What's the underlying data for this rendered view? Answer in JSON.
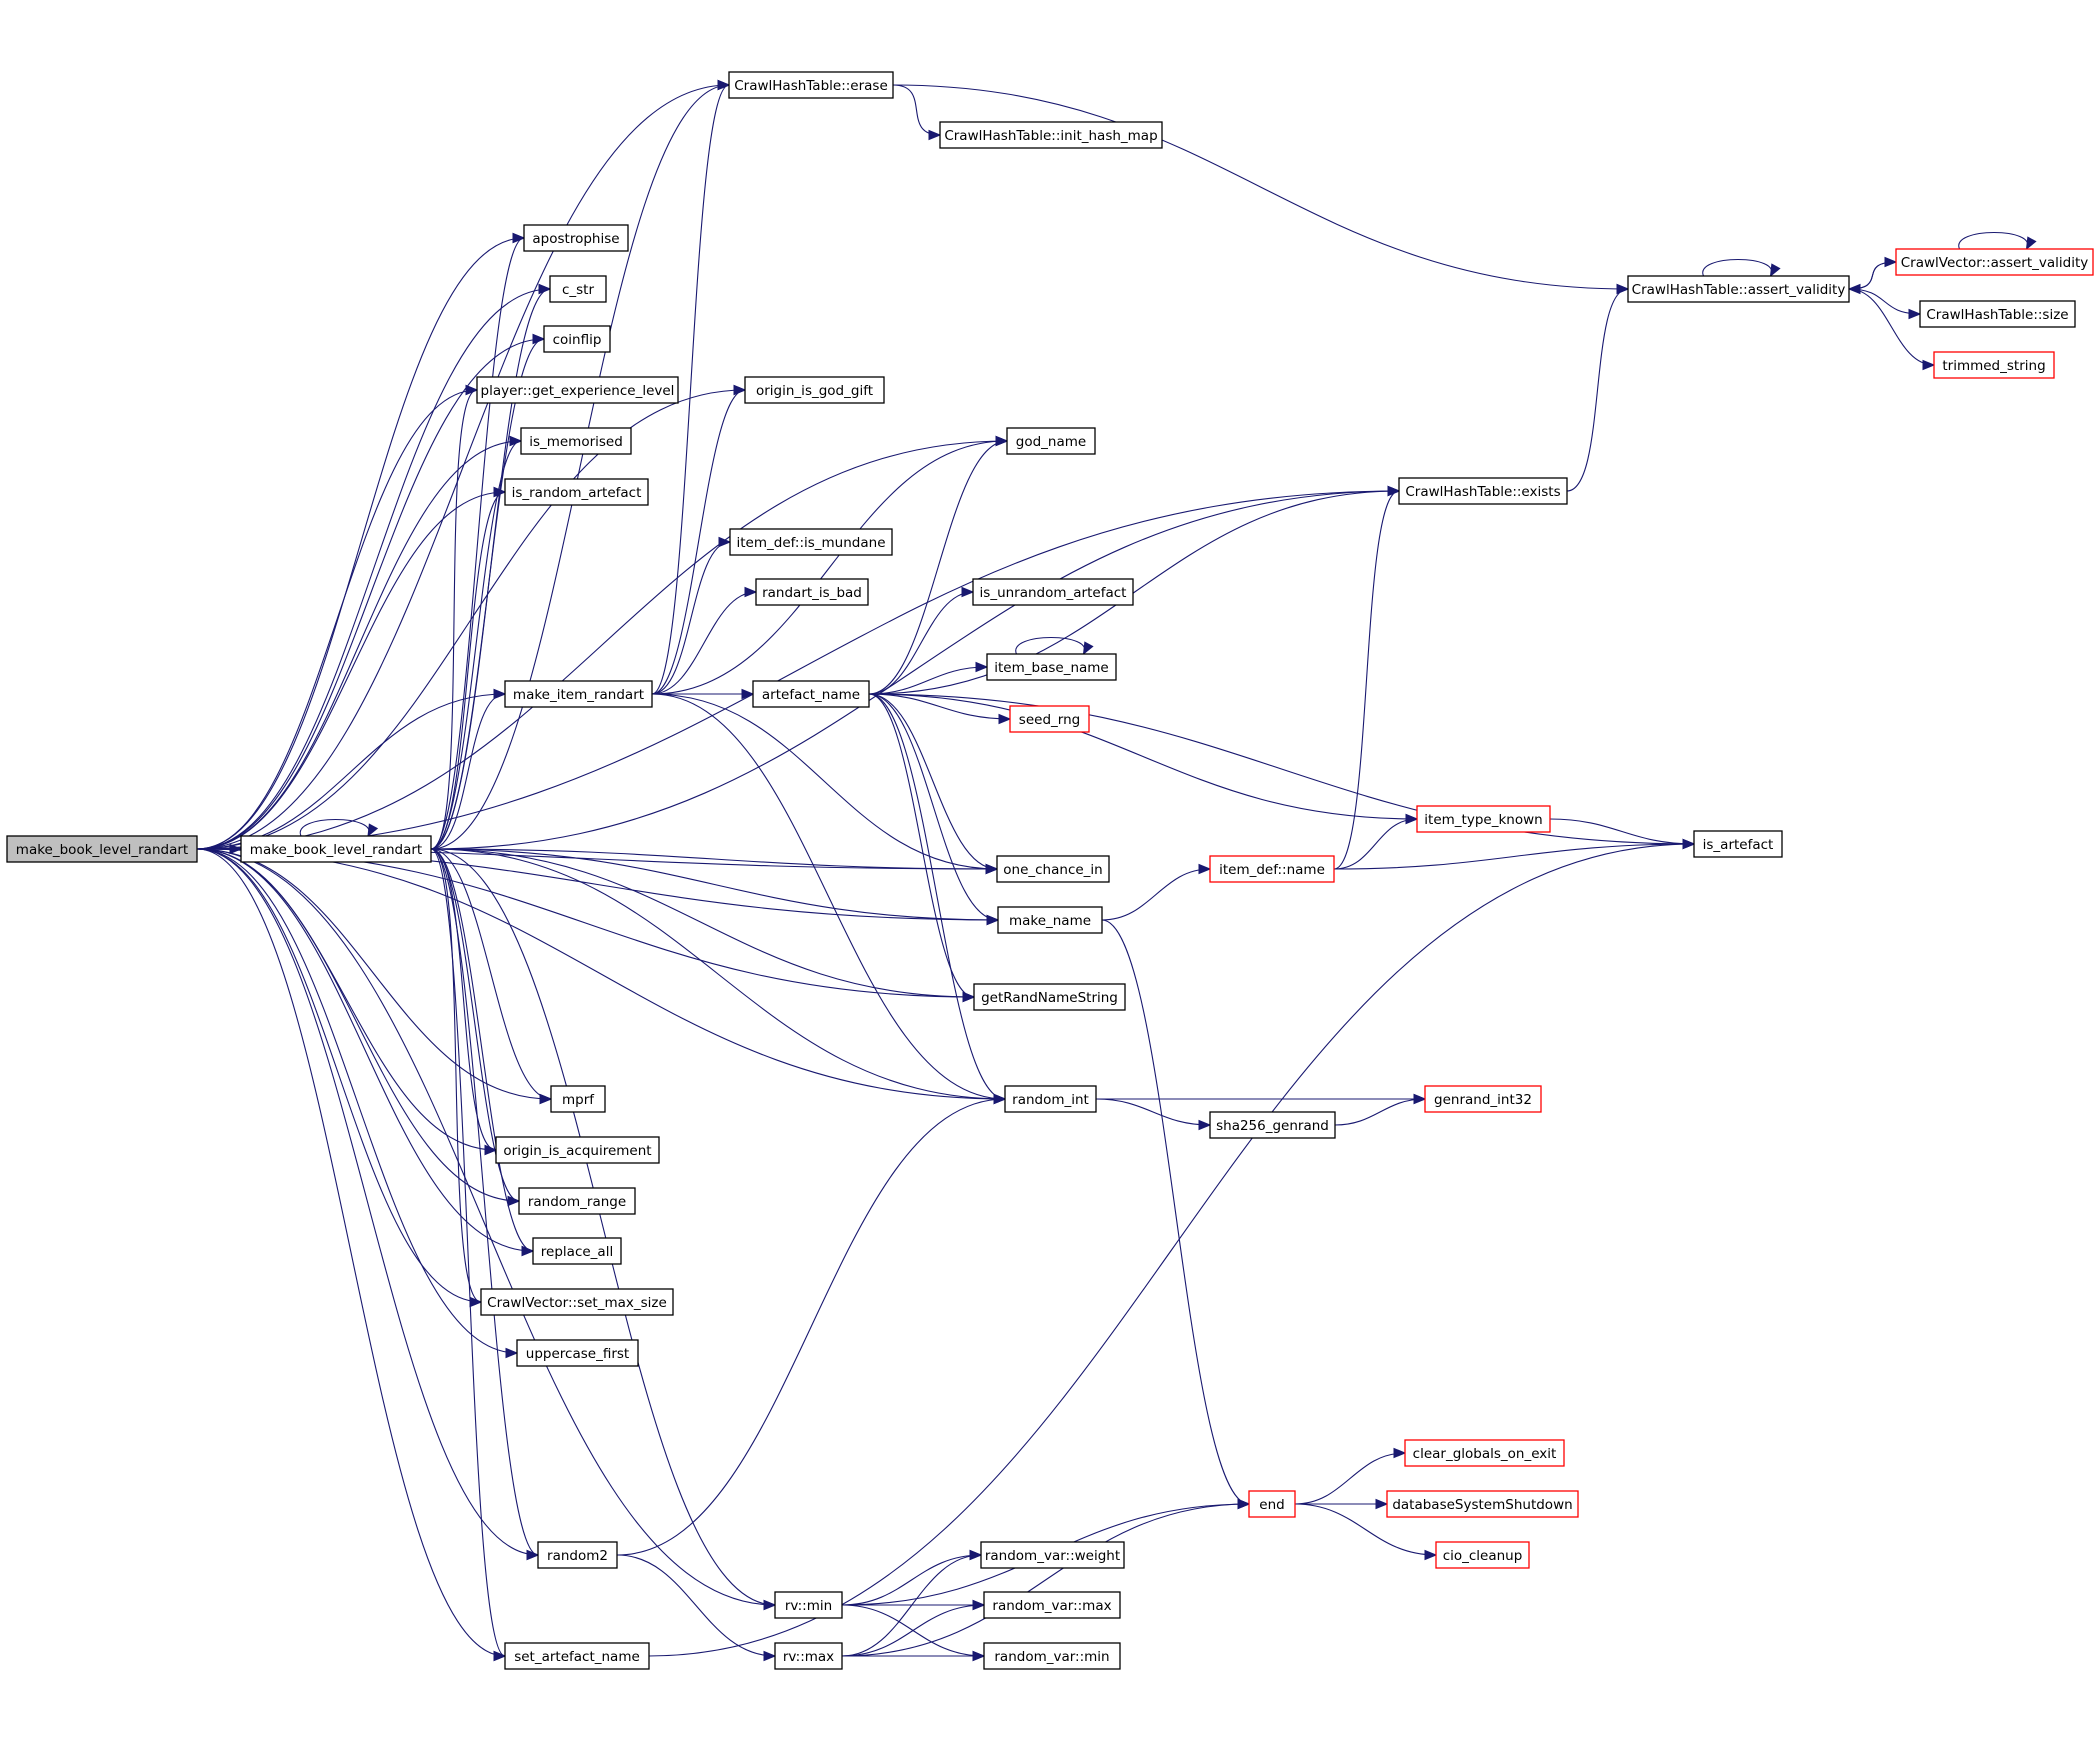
{
  "diagram": {
    "nodes": [
      {
        "id": "root",
        "label": "make_book_level_randart",
        "style": "root"
      },
      {
        "id": "mblr",
        "label": "make_book_level_randart",
        "style": "normal"
      },
      {
        "id": "erase",
        "label": "CrawlHashTable::erase",
        "style": "normal"
      },
      {
        "id": "inithm",
        "label": "CrawlHashTable::init_hash_map",
        "style": "normal"
      },
      {
        "id": "apost",
        "label": "apostrophise",
        "style": "normal"
      },
      {
        "id": "cstr",
        "label": "c_str",
        "style": "normal"
      },
      {
        "id": "coinflip",
        "label": "coinflip",
        "style": "normal"
      },
      {
        "id": "pgel",
        "label": "player::get_experience_level",
        "style": "normal"
      },
      {
        "id": "ismem",
        "label": "is_memorised",
        "style": "normal"
      },
      {
        "id": "isra",
        "label": "is_random_artefact",
        "style": "normal"
      },
      {
        "id": "mir",
        "label": "make_item_randart",
        "style": "normal"
      },
      {
        "id": "origgg",
        "label": "origin_is_god_gift",
        "style": "normal"
      },
      {
        "id": "godname",
        "label": "god_name",
        "style": "normal"
      },
      {
        "id": "idism",
        "label": "item_def::is_mundane",
        "style": "normal"
      },
      {
        "id": "rib",
        "label": "randart_is_bad",
        "style": "normal"
      },
      {
        "id": "artname",
        "label": "artefact_name",
        "style": "normal"
      },
      {
        "id": "isua",
        "label": "is_unrandom_artefact",
        "style": "normal"
      },
      {
        "id": "ibn",
        "label": "item_base_name",
        "style": "normal"
      },
      {
        "id": "seedrng",
        "label": "seed_rng",
        "style": "red"
      },
      {
        "id": "oci",
        "label": "one_chance_in",
        "style": "normal"
      },
      {
        "id": "makename",
        "label": "make_name",
        "style": "normal"
      },
      {
        "id": "grns",
        "label": "getRandNameString",
        "style": "normal"
      },
      {
        "id": "mprf",
        "label": "mprf",
        "style": "normal"
      },
      {
        "id": "origacq",
        "label": "origin_is_acquirement",
        "style": "normal"
      },
      {
        "id": "rrange",
        "label": "random_range",
        "style": "normal"
      },
      {
        "id": "replall",
        "label": "replace_all",
        "style": "normal"
      },
      {
        "id": "cvsms",
        "label": "CrawlVector::set_max_size",
        "style": "normal"
      },
      {
        "id": "upfirst",
        "label": "uppercase_first",
        "style": "normal"
      },
      {
        "id": "randint",
        "label": "random_int",
        "style": "normal"
      },
      {
        "id": "sha",
        "label": "sha256_genrand",
        "style": "normal"
      },
      {
        "id": "genrand",
        "label": "genrand_int32",
        "style": "red"
      },
      {
        "id": "random2",
        "label": "random2",
        "style": "normal"
      },
      {
        "id": "rvmin",
        "label": "rv::min",
        "style": "normal"
      },
      {
        "id": "rvmax",
        "label": "rv::max",
        "style": "normal"
      },
      {
        "id": "rvweight",
        "label": "random_var::weight",
        "style": "normal"
      },
      {
        "id": "rvmaxf",
        "label": "random_var::max",
        "style": "normal"
      },
      {
        "id": "rvminf",
        "label": "random_var::min",
        "style": "normal"
      },
      {
        "id": "san",
        "label": "set_artefact_name",
        "style": "normal"
      },
      {
        "id": "end",
        "label": "end",
        "style": "red"
      },
      {
        "id": "cgoe",
        "label": "clear_globals_on_exit",
        "style": "red"
      },
      {
        "id": "dss",
        "label": "databaseSystemShutdown",
        "style": "red"
      },
      {
        "id": "cio",
        "label": "cio_cleanup",
        "style": "red"
      },
      {
        "id": "idname",
        "label": "item_def::name",
        "style": "red"
      },
      {
        "id": "itk",
        "label": "item_type_known",
        "style": "red"
      },
      {
        "id": "isart",
        "label": "is_artefact",
        "style": "normal"
      },
      {
        "id": "exists",
        "label": "CrawlHashTable::exists",
        "style": "normal"
      },
      {
        "id": "chtav",
        "label": "CrawlHashTable::assert_validity",
        "style": "normal"
      },
      {
        "id": "cvav",
        "label": "CrawlVector::assert_validity",
        "style": "red"
      },
      {
        "id": "chtsize",
        "label": "CrawlHashTable::size",
        "style": "normal"
      },
      {
        "id": "trimmed",
        "label": "trimmed_string",
        "style": "red"
      }
    ],
    "edges": [
      [
        "root",
        "mblr"
      ],
      [
        "root",
        "erase"
      ],
      [
        "root",
        "apost"
      ],
      [
        "root",
        "cstr"
      ],
      [
        "root",
        "coinflip"
      ],
      [
        "root",
        "pgel"
      ],
      [
        "root",
        "ismem"
      ],
      [
        "root",
        "isra"
      ],
      [
        "root",
        "mir"
      ],
      [
        "root",
        "origgg"
      ],
      [
        "root",
        "godname"
      ],
      [
        "root",
        "exists"
      ],
      [
        "root",
        "oci"
      ],
      [
        "root",
        "mprf"
      ],
      [
        "root",
        "origacq"
      ],
      [
        "root",
        "rrange"
      ],
      [
        "root",
        "replall"
      ],
      [
        "root",
        "cvsms"
      ],
      [
        "root",
        "upfirst"
      ],
      [
        "root",
        "makename"
      ],
      [
        "root",
        "grns"
      ],
      [
        "root",
        "randint"
      ],
      [
        "root",
        "random2"
      ],
      [
        "root",
        "rvmin"
      ],
      [
        "root",
        "san"
      ],
      [
        "mblr",
        "mblr"
      ],
      [
        "mblr",
        "apost"
      ],
      [
        "mblr",
        "cstr"
      ],
      [
        "mblr",
        "coinflip"
      ],
      [
        "mblr",
        "pgel"
      ],
      [
        "mblr",
        "ismem"
      ],
      [
        "mblr",
        "isra"
      ],
      [
        "mblr",
        "mir"
      ],
      [
        "mblr",
        "exists"
      ],
      [
        "mblr",
        "oci"
      ],
      [
        "mblr",
        "makename"
      ],
      [
        "mblr",
        "grns"
      ],
      [
        "mblr",
        "randint"
      ],
      [
        "mblr",
        "mprf"
      ],
      [
        "mblr",
        "origacq"
      ],
      [
        "mblr",
        "rrange"
      ],
      [
        "mblr",
        "replall"
      ],
      [
        "mblr",
        "cvsms"
      ],
      [
        "mblr",
        "random2"
      ],
      [
        "mblr",
        "rvmin"
      ],
      [
        "mblr",
        "san"
      ],
      [
        "mblr",
        "erase"
      ],
      [
        "mir",
        "erase"
      ],
      [
        "mir",
        "origgg"
      ],
      [
        "mir",
        "godname"
      ],
      [
        "mir",
        "idism"
      ],
      [
        "mir",
        "rib"
      ],
      [
        "mir",
        "artname"
      ],
      [
        "mir",
        "oci"
      ],
      [
        "mir",
        "randint"
      ],
      [
        "erase",
        "inithm"
      ],
      [
        "erase",
        "chtav"
      ],
      [
        "artname",
        "exists"
      ],
      [
        "artname",
        "godname"
      ],
      [
        "artname",
        "isua"
      ],
      [
        "artname",
        "ibn"
      ],
      [
        "artname",
        "seedrng"
      ],
      [
        "artname",
        "isart"
      ],
      [
        "artname",
        "itk"
      ],
      [
        "artname",
        "oci"
      ],
      [
        "artname",
        "makename"
      ],
      [
        "artname",
        "grns"
      ],
      [
        "artname",
        "randint"
      ],
      [
        "ibn",
        "ibn"
      ],
      [
        "makename",
        "idname"
      ],
      [
        "makename",
        "end"
      ],
      [
        "idname",
        "itk"
      ],
      [
        "idname",
        "isart"
      ],
      [
        "idname",
        "exists"
      ],
      [
        "itk",
        "isart"
      ],
      [
        "exists",
        "chtav"
      ],
      [
        "chtav",
        "chtav"
      ],
      [
        "chtav",
        "cvav"
      ],
      [
        "chtav",
        "chtsize"
      ],
      [
        "chtav",
        "trimmed"
      ],
      [
        "cvav",
        "cvav"
      ],
      [
        "cvav",
        "chtav"
      ],
      [
        "randint",
        "genrand"
      ],
      [
        "randint",
        "sha"
      ],
      [
        "sha",
        "genrand"
      ],
      [
        "random2",
        "randint"
      ],
      [
        "random2",
        "rvmax"
      ],
      [
        "rvmin",
        "rvweight"
      ],
      [
        "rvmin",
        "rvmaxf"
      ],
      [
        "rvmin",
        "rvminf"
      ],
      [
        "rvmin",
        "end"
      ],
      [
        "rvmax",
        "rvweight"
      ],
      [
        "rvmax",
        "rvmaxf"
      ],
      [
        "rvmax",
        "rvminf"
      ],
      [
        "rvmax",
        "end"
      ],
      [
        "san",
        "isart"
      ],
      [
        "end",
        "cgoe"
      ],
      [
        "end",
        "dss"
      ],
      [
        "end",
        "cio"
      ]
    ]
  }
}
